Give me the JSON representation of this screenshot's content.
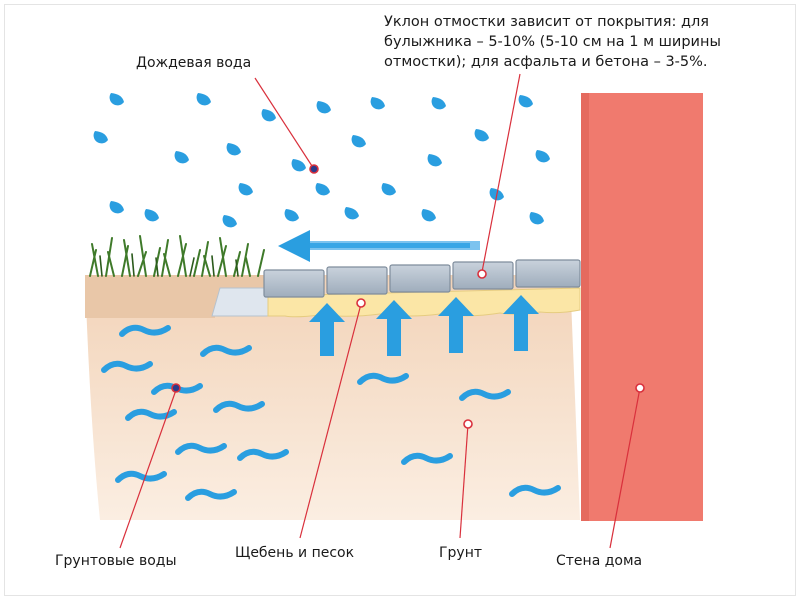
{
  "labels": {
    "rain_water": "Дождевая вода",
    "ground_water": "Грунтовые воды",
    "gravel_sand": "Щебень и песок",
    "soil": "Грунт",
    "house_wall": "Стена дома"
  },
  "note": {
    "line1": "Уклон отмостки зависит от покрытия: для",
    "line2": "булыжника – 5-10% (5-10 см на 1 м ширины",
    "line3": "отмостки); для асфальта и бетона – 3-5%."
  },
  "colors": {
    "wall": "#f07a6e",
    "soil": "#f5dcc4",
    "gravel": "#fbe9b0",
    "tile": "#b9c4d0",
    "water": "#2a9ee0",
    "leader": "#e0303c",
    "grass": "#3f7a2a"
  }
}
